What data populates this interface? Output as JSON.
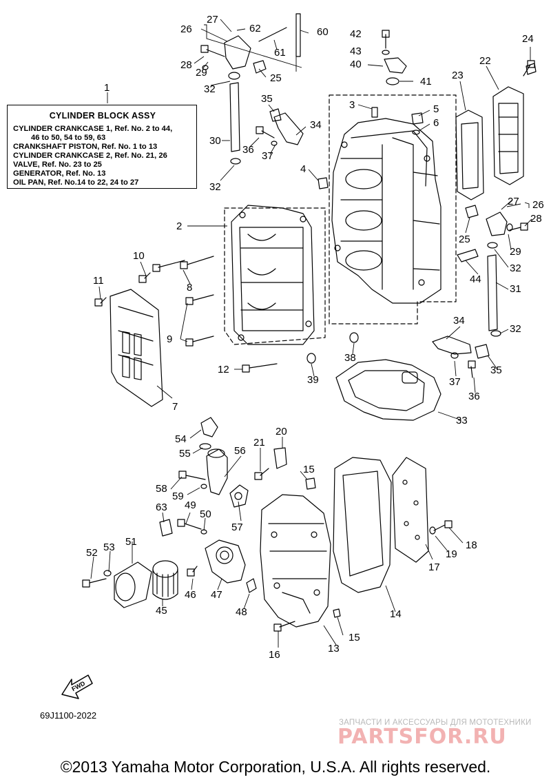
{
  "legend": {
    "title": "CYLINDER BLOCK ASSY",
    "lines": [
      "CYLINDER CRANKCASE 1, Ref. No. 2 to 44,",
      "46 to 50, 54 to 59, 63",
      "CRANKSHAFT PISTON,  Ref. No. 1 to 13",
      "CYLINDER CRANKCASE 2,  Ref. No. 21, 26",
      "VALVE,  Ref. No. 23 to 25",
      "GENERATOR,  Ref. No. 13",
      "OIL PAN,  Ref. No.14 to 22, 24 to 27"
    ]
  },
  "fwd_label": "FWD",
  "part_code": "69J1100-2022",
  "watermark": {
    "tagline": "ЗАПЧАСТИ И АКСЕССУАРЫ ДЛЯ МОТОТЕХНИКИ",
    "brand": "PARTSFOR.RU"
  },
  "copyright": "©2013 Yamaha Motor Corporation, U.S.A. All rights reserved.",
  "callouts": [
    "1",
    "2",
    "3",
    "4",
    "5",
    "6",
    "7",
    "8",
    "9",
    "10",
    "11",
    "12",
    "13",
    "14",
    "15",
    "15",
    "16",
    "17",
    "18",
    "19",
    "20",
    "21",
    "22",
    "23",
    "24",
    "25",
    "25",
    "26",
    "26",
    "27",
    "27",
    "28",
    "28",
    "29",
    "29",
    "30",
    "31",
    "32",
    "32",
    "32",
    "32",
    "33",
    "34",
    "34",
    "35",
    "35",
    "36",
    "36",
    "37",
    "37",
    "38",
    "39",
    "40",
    "41",
    "42",
    "43",
    "44",
    "45",
    "46",
    "47",
    "48",
    "49",
    "50",
    "51",
    "52",
    "53",
    "54",
    "55",
    "56",
    "57",
    "58",
    "59",
    "60",
    "61",
    "62",
    "63"
  ]
}
